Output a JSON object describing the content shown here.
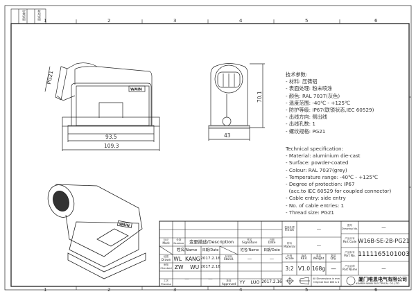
{
  "zones_top": [
    "1",
    "2",
    "3",
    "4",
    "5",
    "6"
  ],
  "zones_bottom": [
    "1",
    "2",
    "3",
    "4",
    "5",
    "6"
  ],
  "corner_labels": [
    "图纸编号",
    "图纸名称"
  ],
  "dimensions": {
    "thread": "PG21",
    "width_inner": "93.5",
    "width_outer": "109.3",
    "height": "70.1",
    "depth": "43"
  },
  "logo_text": "WAIN",
  "spec_cn": {
    "title": "技术参数:",
    "items": [
      "- 材料: 压铸铝",
      "- 表面处理: 粉末喷涂",
      "- 颜色: RAL 7037(灰色)",
      "- 温度范围: -40℃ - +125℃",
      "- 防护等级: IP67(联锁状态,IEC 60529)",
      "- 出线方向: 侧出线",
      "- 出线孔数: 1",
      "- 螺纹规格: PG21"
    ]
  },
  "spec_en": {
    "title": "Technical specification:",
    "items": [
      "- Material: aluminium die-cast",
      "- Surface: powder-coated",
      "- Colour: RAL 7037(grey)",
      "- Temperature range: -40℃ - +125℃",
      "- Degree of protection: IP67",
      "  (acc.to IEC 60529 for coupled connector)",
      "- Cable entry: side entry",
      "- No. of cable entries: 1",
      "- Thread size: PG21"
    ]
  },
  "title_block": {
    "mark": {
      "cn": "标记",
      "en": "Mark"
    },
    "number": {
      "cn": "处数",
      "en": "Number"
    },
    "description": "变更描述/Description",
    "signature": {
      "cn": "签名",
      "en": "Signature"
    },
    "date": {
      "cn": "日期",
      "en": "Date"
    },
    "name_hdr": "姓名/Name",
    "date_hdr": "日期/Date",
    "name_hdr2": "姓名/Name",
    "date_hdr2": "日期/Date",
    "drawn": {
      "cn": "绘图",
      "en": "Drawn",
      "name": "WL  KANG",
      "date": "2017.2.16"
    },
    "checked": {
      "cn": "审核",
      "en": "Checked",
      "name": "ZW    WU",
      "date": "2017.2.16"
    },
    "process": {
      "cn": "工艺",
      "en": "Process",
      "name": "—",
      "date": "—"
    },
    "stand": {
      "cn": "标准化",
      "en": "Stand.",
      "name": "—",
      "date": "—"
    },
    "approved": {
      "cn": "批准",
      "en": "Approved",
      "name": "YY    LUO",
      "date": "2017.2.16"
    },
    "finish": {
      "cn": "表面处理",
      "en": "Finish",
      "value": "—"
    },
    "material": {
      "cn": "材料",
      "en": "Material",
      "value": "—"
    },
    "scale": {
      "cn": "比例",
      "en": "Scale",
      "value": "3:2"
    },
    "rev": {
      "cn": "版本",
      "en": "REV.",
      "value": "V1.0"
    },
    "weight": {
      "cn": "重量",
      "en": "Weight",
      "value": "168g"
    },
    "qty": {
      "cn": "数量",
      "en": "Qty.",
      "value": "—"
    },
    "drawing_no": {
      "cn": "图号",
      "en": "Drawing No.",
      "value": "—"
    },
    "part_code": {
      "cn": "产品代号",
      "en": "Part Code",
      "value": "W16B-SE-2B-PG21"
    },
    "part_no": {
      "cn": "产品料号",
      "en": "Part No.",
      "value": "1111165101003"
    },
    "part_name": {
      "cn": "产品名称",
      "en": "Part Name",
      "value": "—"
    },
    "dims_note": [
      "All Dimensions in mm",
      "Original Size DIN A 4"
    ],
    "company_cn": "厦门唯恩电气有限公司",
    "company_en": "XIAMEN WAIN ELECTRICAL CO.,LTD"
  }
}
